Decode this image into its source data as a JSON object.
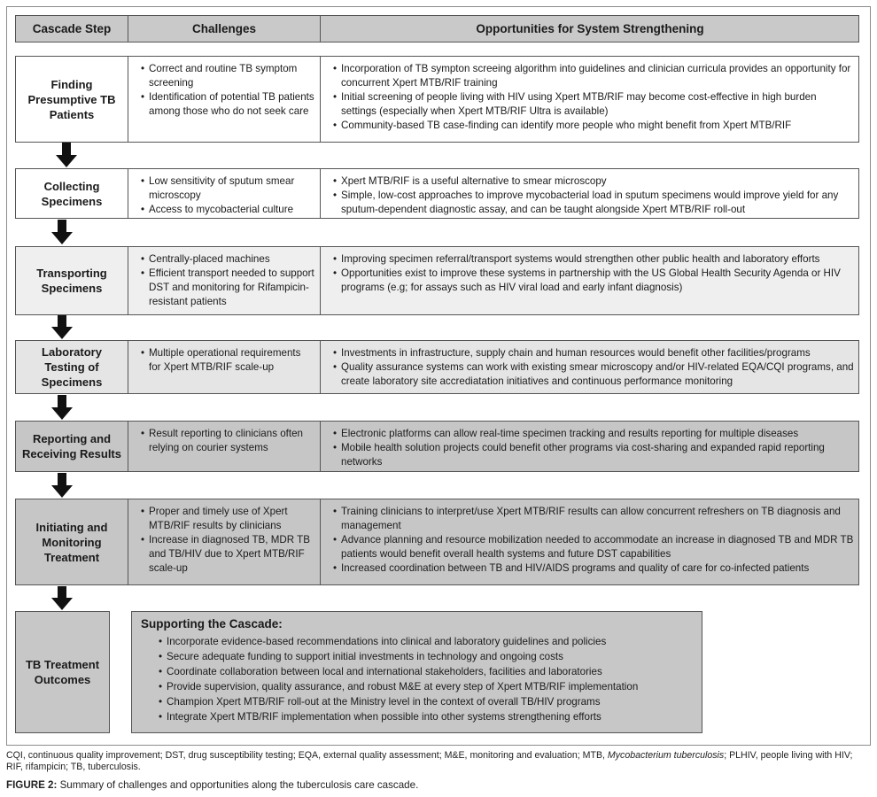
{
  "header": {
    "step": "Cascade Step",
    "challenges": "Challenges",
    "opportunities": "Opportunities for System Strengthening"
  },
  "rows": [
    {
      "step": "Finding Presumptive TB Patients",
      "challenges": [
        "Correct and routine TB symptom screening",
        "Identification of potential TB patients among those who do not seek care"
      ],
      "opportunities": [
        "Incorporation of TB sympton screeing algorithm into guidelines and clinician curricula provides an opportunity for concurrent Xpert MTB/RIF training",
        "Initial screening of people living with HIV using Xpert MTB/RIF may become cost-effective in high burden settings (especially when Xpert MTB/RIF Ultra is available)",
        "Community-based TB case-finding can identify more people who might benefit from Xpert MTB/RIF"
      ]
    },
    {
      "step": "Collecting Specimens",
      "challenges": [
        "Low sensitivity of sputum smear microscopy",
        "Access to mycobacterial culture"
      ],
      "opportunities": [
        "Xpert MTB/RIF is a useful alternative to smear microscopy",
        "Simple, low-cost approaches to improve mycobacterial load in sputum specimens would improve yield for any sputum-dependent diagnostic assay, and can be taught alongside Xpert MTB/RIF roll-out"
      ]
    },
    {
      "step": "Transporting Specimens",
      "challenges": [
        "Centrally-placed machines",
        "Efficient transport needed to support DST and monitoring for Rifampicin-resistant patients"
      ],
      "opportunities": [
        "Improving specimen referral/transport systems would strengthen other public health and laboratory efforts",
        "Opportunities exist to improve these systems in partnership with the US  Global Health Security Agenda or HIV programs (e.g; for assays such as HIV viral load and early infant diagnosis)"
      ]
    },
    {
      "step": "Laboratory Testing of Specimens",
      "challenges": [
        "Multiple operational requirements for Xpert MTB/RIF scale-up"
      ],
      "opportunities": [
        "Investments in infrastructure, supply chain and human resources would benefit other facilities/programs",
        "Quality assurance systems can work with existing smear microscopy and/or HIV-related EQA/CQI programs, and create laboratory site accrediatation initiatives and continuous performance monitoring"
      ]
    },
    {
      "step": "Reporting and Receiving Results",
      "challenges": [
        "Result reporting to clinicians often relying on courier systems"
      ],
      "opportunities": [
        "Electronic platforms can allow real-time specimen tracking and results reporting for multiple diseases",
        "Mobile health solution projects could benefit other programs via cost-sharing and expanded rapid reporting networks"
      ]
    },
    {
      "step": "Initiating and Monitoring Treatment",
      "challenges": [
        "Proper and timely use of Xpert MTB/RIF results by clinicians",
        "Increase in diagnosed TB, MDR TB and TB/HIV due to Xpert MTB/RIF scale-up"
      ],
      "opportunities": [
        "Training clinicians to interpret/use Xpert MTB/RIF results can allow concurrent refreshers on TB diagnosis and management",
        "Advance planning and resource mobilization needed to accommodate an increase in diagnosed TB and MDR TB patients would benefit overall health systems and future DST capabilities",
        "Increased coordination between TB and HIV/AIDS programs and quality of care for co-infected patients"
      ]
    }
  ],
  "outcomes": "TB Treatment Outcomes",
  "support": {
    "title": "Supporting the Cascade:",
    "items": [
      "Incorporate evidence-based recommendations into clinical and laboratory guidelines and policies",
      "Secure adequate funding to support initial investments in technology and ongoing costs",
      "Coordinate collaboration between local and international stakeholders, facilities and laboratories",
      "Provide supervision, quality assurance, and robust M&E at every step of Xpert MTB/RIF implementation",
      "Champion Xpert MTB/RIF roll-out at the Ministry level in the context of overall TB/HIV programs",
      "Integrate Xpert MTB/RIF implementation when possible into other systems strengthening efforts"
    ]
  },
  "footnote": {
    "before": "CQI, continuous quality improvement; DST, drug susceptibility testing; EQA, external quality assessment; M&E, monitoring and evaluation; MTB, ",
    "italic": "Mycobacterium tuberculosis",
    "after": "; PLHIV, people living with HIV; RIF, rifampicin; TB, tuberculosis."
  },
  "caption": {
    "label": "FIGURE 2:",
    "text": " Summary of challenges and opportunities along the tuberculosis care cascade."
  }
}
